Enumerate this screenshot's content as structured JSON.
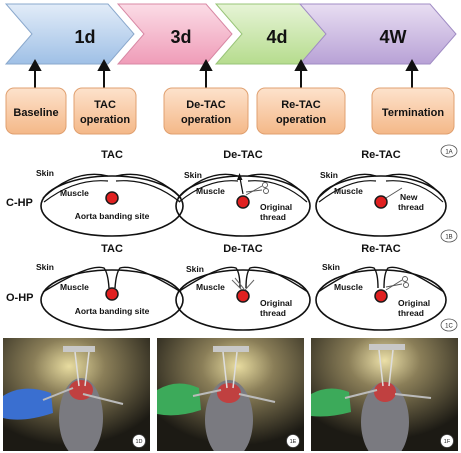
{
  "timeline": {
    "stages": [
      {
        "label": "1d",
        "color": "#b8d0ec"
      },
      {
        "label": "3d",
        "color": "#f4b8cc"
      },
      {
        "label": "4d",
        "color": "#c8e6a8"
      },
      {
        "label": "4W",
        "color": "#cbb9e0"
      }
    ],
    "events": [
      "Baseline",
      "TAC operation",
      "De-TAC operation",
      "Re-TAC operation",
      "Termination"
    ],
    "event_lines": [
      [
        "Baseline"
      ],
      [
        "TAC",
        "operation"
      ],
      [
        "De-TAC",
        "operation"
      ],
      [
        "Re-TAC",
        "operation"
      ],
      [
        "Termination"
      ]
    ],
    "event_color": "#f7c8a4"
  },
  "panel_ids": {
    "a": "1A",
    "b": "1B",
    "c": "1C",
    "d": "1D",
    "e": "1E",
    "f": "1F"
  },
  "rows": [
    {
      "row_label": "C-HP",
      "cells": [
        {
          "title": "TAC",
          "skin": "Skin",
          "muscle": "Muscle",
          "annotation": "Aorta banding site"
        },
        {
          "title": "De-TAC",
          "skin": "Skin",
          "muscle": "Muscle",
          "annotation": "Original thread",
          "annotation_lines": [
            "Original",
            "thread"
          ]
        },
        {
          "title": "Re-TAC",
          "skin": "Skin",
          "muscle": "Muscle",
          "annotation": "New thread",
          "annotation_lines": [
            "New",
            "thread"
          ]
        }
      ]
    },
    {
      "row_label": "O-HP",
      "cells": [
        {
          "title": "TAC",
          "skin": "Skin",
          "muscle": "Muscle",
          "annotation": "Aorta banding site"
        },
        {
          "title": "De-TAC",
          "skin": "Skin",
          "muscle": "Muscle",
          "annotation": "Original thread",
          "annotation_lines": [
            "Original",
            "thread"
          ]
        },
        {
          "title": "Re-TAC",
          "skin": "Skin",
          "muscle": "Muscle",
          "annotation": "Original thread",
          "annotation_lines": [
            "Original",
            "thread"
          ]
        }
      ]
    }
  ],
  "colors": {
    "aorta": "#e02020",
    "aorta_ring": "#1a1a1a",
    "outline": "#1a1a1a",
    "photo_dark": "#1c1a14",
    "photo_glow": "#d8c890",
    "glove_blue": "#3a6fd0",
    "glove_green": "#3caa5a"
  }
}
